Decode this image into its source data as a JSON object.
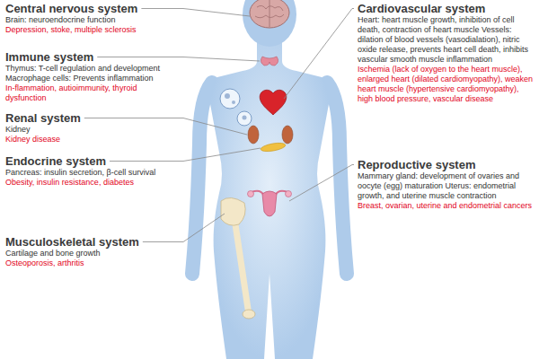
{
  "diagram": {
    "labels": [
      "Central nervous system",
      "Brain: neuroendocrine function",
      "Depression, stoke, multiple sclerosis",
      "Cardiovascular system",
      "Heart: heart muscle growth, inhibition of cell death, contraction of heart muscle Vessels: dilation of blood vessels (vasodialation), nitric oxide release, prevents heart cell death, inhibits vascular smooth muscle inflammation",
      "Ischemia (lack of oxygen to the heart muscle), enlarged heart (dilated cardiomyopathy), weaken heart muscle (hypertensive cardiomyopathy), high blood pressure, vascular disease",
      "Immune system",
      "Thymus: T-cell regulation and development Macrophage cells: Prevents inflammation",
      "In-flammation, autioimmunity, thyroid dysfunction",
      "Renal system",
      "Kidney",
      "Kidney disease",
      "Endocrine system",
      "Pancreas: insulin secretion, β-cell survival",
      "Obesity, insulin resistance, diabetes",
      "Reproductive system",
      "Mammary gland: development of ovaries and oocyte (egg) maturation Uterus: endometrial growth, and uterine muscle contraction",
      "Breast, ovarian, uterine and endometrial cancers",
      "Musculoskeletal system",
      "Cartilage and bone growth",
      "Osteoporosis, arthritis"
    ]
  }
}
